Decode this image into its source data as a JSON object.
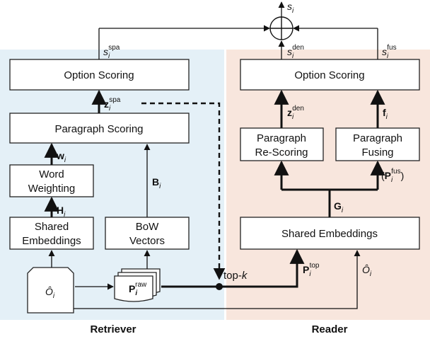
{
  "retriever": {
    "title": "Retriever",
    "option_scoring": "Option Scoring",
    "paragraph_scoring": "Paragraph Scoring",
    "word_weighting": [
      "Word",
      "Weighting"
    ],
    "shared_embeddings": [
      "Shared",
      "Embeddings"
    ],
    "bow_vectors": [
      "BoW",
      "Vectors"
    ],
    "score_label": {
      "base": "s",
      "sub": "i",
      "sup": "spa"
    },
    "z_label": {
      "base": "z",
      "sub": "i",
      "sup": "spa"
    },
    "w_label": {
      "base": "w",
      "sub": "i"
    },
    "h_label": {
      "base": "H",
      "sub": "i"
    },
    "b_label": {
      "base": "B",
      "sub": "i"
    },
    "query_label": {
      "base": "Ô",
      "sub": "i"
    },
    "raw_label": {
      "base": "P",
      "sub": "i",
      "sup": "raw"
    }
  },
  "reader": {
    "title": "Reader",
    "option_scoring": "Option Scoring",
    "paragraph_rescoring": [
      "Paragraph",
      "Re-Scoring"
    ],
    "paragraph_fusing": [
      "Paragraph",
      "Fusing"
    ],
    "shared_embeddings": "Shared Embeddings",
    "den_label": {
      "base": "s",
      "sub": "i",
      "sup": "den"
    },
    "fus_label": {
      "base": "s",
      "sub": "i",
      "sup": "fus"
    },
    "z_label": {
      "base": "z",
      "sub": "i",
      "sup": "den"
    },
    "f_label": {
      "base": "f",
      "sub": "i"
    },
    "pfus_label": {
      "open": "(",
      "base": "P",
      "sub": "i",
      "sup": "fus",
      "close": ")"
    },
    "g_label": {
      "base": "G",
      "sub": "i"
    },
    "ptop_label": {
      "base": "P",
      "sub": "i",
      "sup": "top"
    },
    "query_label": {
      "base": "Ô",
      "sub": "i"
    }
  },
  "output_label": {
    "base": "s",
    "sub": "i"
  },
  "topk_label": {
    "prefix": "top-",
    "k": "k"
  },
  "colors": {
    "retriever_bg": "#e4f0f7",
    "reader_bg": "#f8e6dd",
    "stroke": "#111111"
  }
}
